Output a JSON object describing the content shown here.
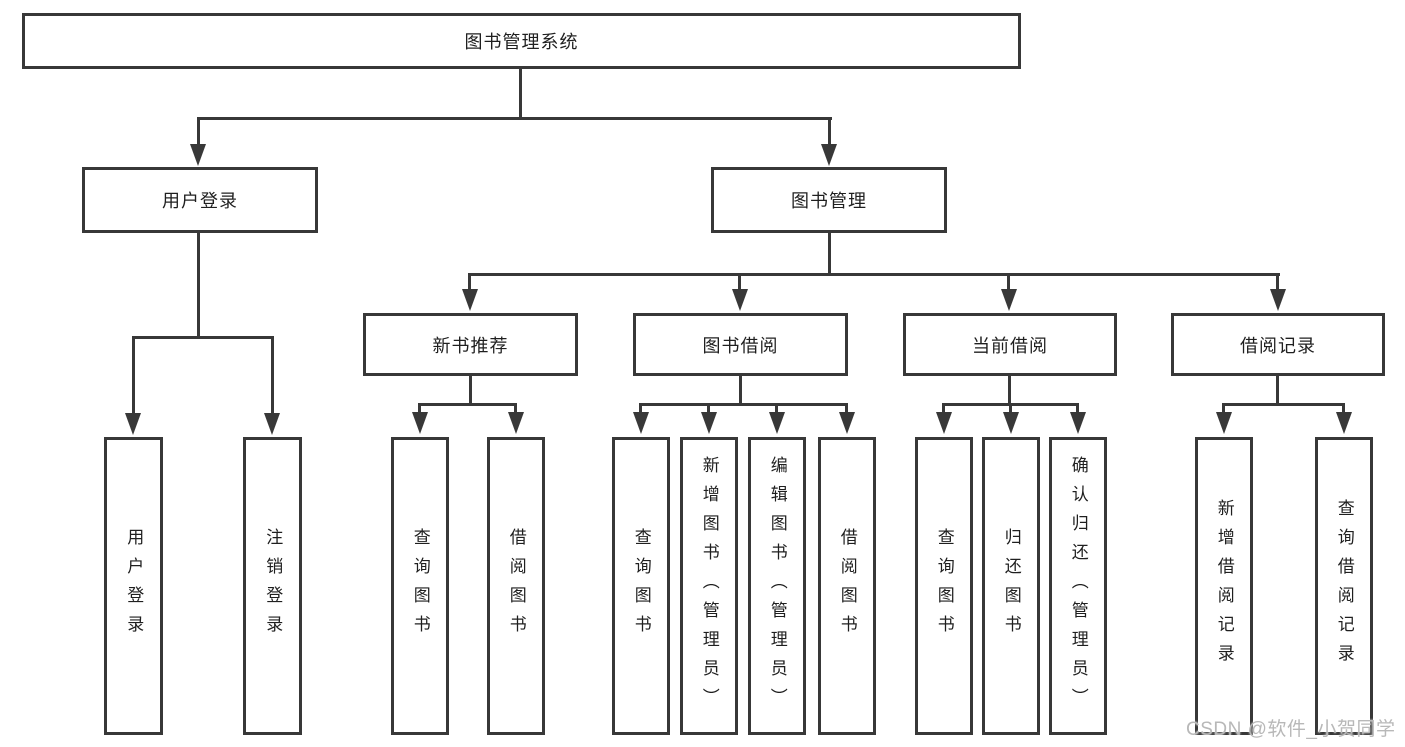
{
  "colors": {
    "line": "#383838",
    "text": "#1f1f1f",
    "background": "#ffffff",
    "watermark": "#b8b8b8"
  },
  "watermark": {
    "text": "CSDN @软件_小贺同学"
  },
  "tree": {
    "root": {
      "label": "图书管理系统"
    },
    "login": {
      "label": "用户登录",
      "children": [
        "用户登录",
        "注销登录"
      ]
    },
    "management": {
      "label": "图书管理",
      "modules": [
        {
          "label": "新书推荐",
          "children": [
            "查询图书",
            "借阅图书"
          ]
        },
        {
          "label": "图书借阅",
          "children": [
            "查询图书",
            "新增图书（管理员）",
            "编辑图书（管理员）",
            "借阅图书"
          ]
        },
        {
          "label": "当前借阅",
          "children": [
            "查询图书",
            "归还图书",
            "确认归还（管理员）"
          ]
        },
        {
          "label": "借阅记录",
          "children": [
            "新增借阅记录",
            "查询借阅记录"
          ]
        }
      ]
    }
  }
}
